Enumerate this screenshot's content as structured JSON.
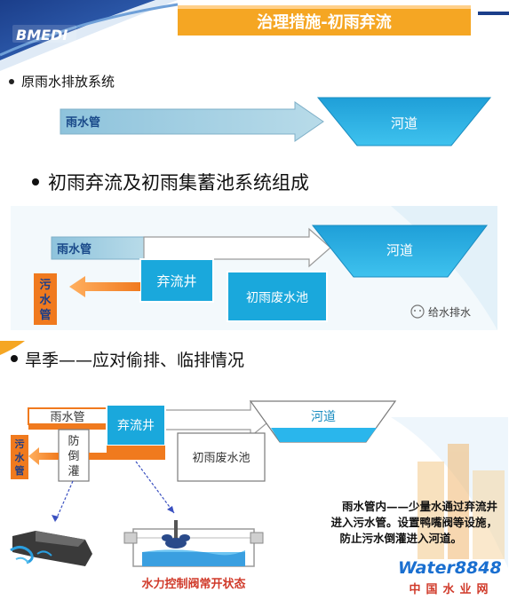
{
  "header": {
    "logo_text": "BMEDI",
    "title": "治理措施-初雨弃流"
  },
  "section1": {
    "heading": "原雨水排放系统",
    "pipe_label": "雨水管",
    "river_label": "河道"
  },
  "section2": {
    "heading": "初雨弃流及初雨集蓄池系统组成",
    "pipe_label": "雨水管",
    "river_label": "河道",
    "diversion_well": "弃流井",
    "storage_pool": "初雨废水池",
    "sewer_pipe": "污水管",
    "watermark": "给水排水"
  },
  "section3": {
    "heading": "旱季——应对偷排、临排情况",
    "pipe_label": "雨水管",
    "river_label": "河道",
    "diversion_well": "弃流井",
    "storage_pool": "初雨废水池",
    "sewer_pipe": "污水管",
    "backflow_label": "防倒灌",
    "valve_caption": "水力控制阀常开状态",
    "note_line1": "雨水管内——少量水通过弃流井",
    "note_line2": "进入污水管。设置鸭嘴阀等设施，",
    "note_line3": "防止污水倒灌进入河道。",
    "site_logo_en": "Water8848",
    "site_logo_cn": "中国水业网"
  },
  "colors": {
    "cyan": "#1AA8DC",
    "sky": "#25B8EC",
    "orange": "#F07A1E",
    "title_bg": "#F5A623",
    "navy": "#1B3E8A",
    "pipe_blue": "#8FC3DD"
  }
}
